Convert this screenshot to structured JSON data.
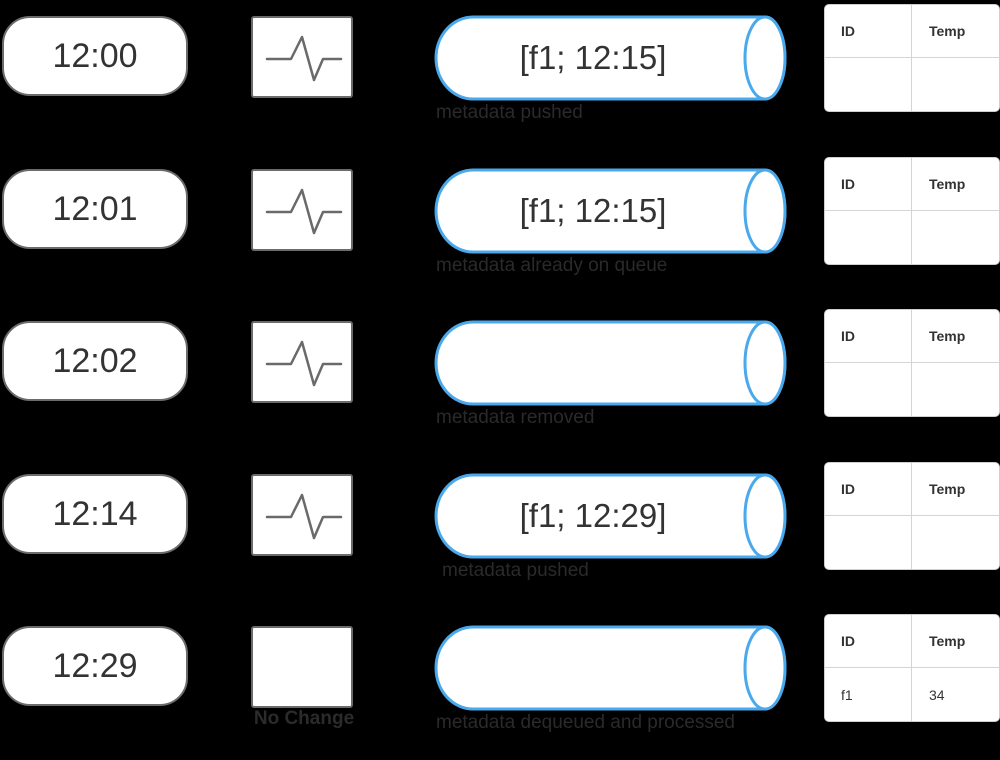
{
  "table_headers": {
    "id": "ID",
    "temp": "Temp"
  },
  "rows": [
    {
      "time": "12:00",
      "sensor": "pulse",
      "sensor_caption": "",
      "queue": "[f1; 12:15]",
      "caption": "metadata pushed",
      "table_id": "",
      "table_temp": ""
    },
    {
      "time": "12:01",
      "sensor": "pulse",
      "sensor_caption": "",
      "queue": "[f1; 12:15]",
      "caption": "metadata already on queue",
      "table_id": "",
      "table_temp": ""
    },
    {
      "time": "12:02",
      "sensor": "pulse",
      "sensor_caption": "",
      "queue": "",
      "caption": "metadata removed",
      "table_id": "",
      "table_temp": ""
    },
    {
      "time": "12:14",
      "sensor": "pulse",
      "sensor_caption": "",
      "queue": "[f1; 12:29]",
      "caption": "metadata pushed",
      "table_id": "",
      "table_temp": ""
    },
    {
      "time": "12:29",
      "sensor": "none",
      "sensor_caption": "No Change",
      "queue": "",
      "caption": "metadata dequeued and processed",
      "table_id": "f1",
      "table_temp": "34"
    }
  ],
  "colors": {
    "background": "#000000",
    "queue_stroke": "#4aa8ec",
    "box_stroke": "#6b6b6b",
    "pulse_stroke": "#6a6a6a"
  },
  "icons": {
    "pulse": "pulse-waveform-icon"
  }
}
